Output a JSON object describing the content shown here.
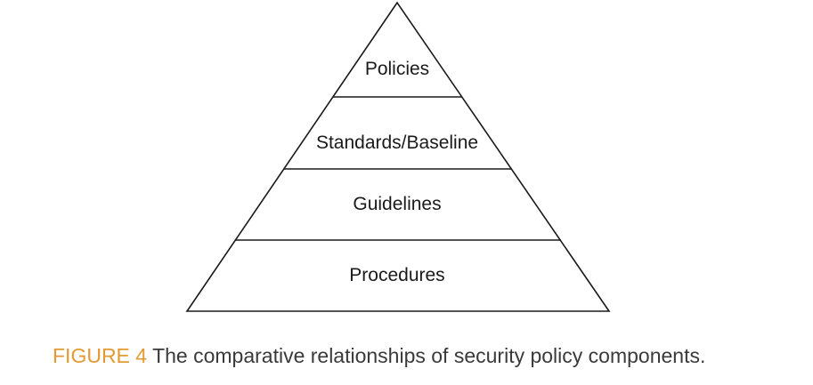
{
  "diagram": {
    "tiers": [
      {
        "label": "Policies"
      },
      {
        "label": "Standards/Baseline"
      },
      {
        "label": "Guidelines"
      },
      {
        "label": "Procedures"
      }
    ]
  },
  "caption": {
    "figure_label": "FIGURE 4",
    "text": "The comparative relationships of security policy components."
  },
  "colors": {
    "figure_label": "#e39a34",
    "lines": "#1a1a1a",
    "caption_text": "#3a3a3a"
  }
}
